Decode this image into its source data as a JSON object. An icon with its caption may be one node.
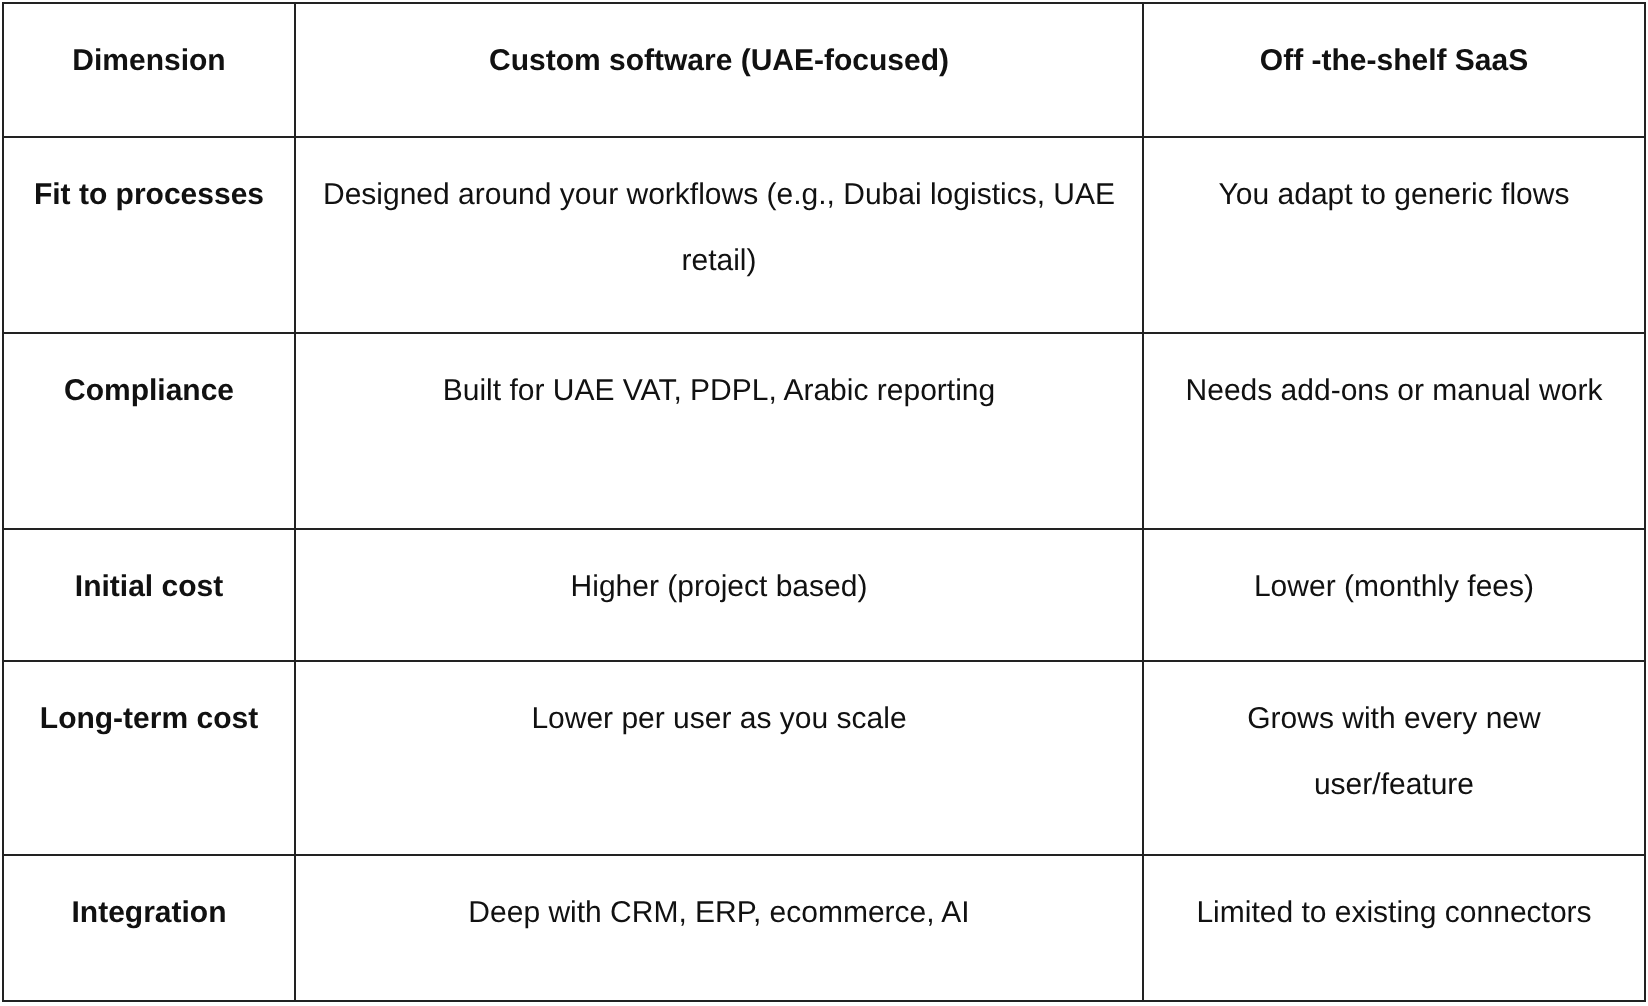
{
  "diagram": {
    "labels": [
      "Dimension",
      "Custom software (UAE-focused)",
      "Off -the-shelf SaaS",
      "Fit to processes",
      "Designed around your workflows (e.g., Dubai logistics, UAE retail)",
      "You adapt to generic flows",
      "Compliance",
      "Built for UAE VAT, PDPL, Arabic reporting",
      "Needs add-ons or manual work",
      "Initial cost",
      "Higher (project based)",
      "Lower (monthly fees)",
      "Long-term cost",
      "Lower per user as you scale",
      "Grows with every new user/feature",
      "Integration",
      "Deep with CRM, ERP, ecommerce, AI",
      "Limited to existing connectors"
    ]
  }
}
